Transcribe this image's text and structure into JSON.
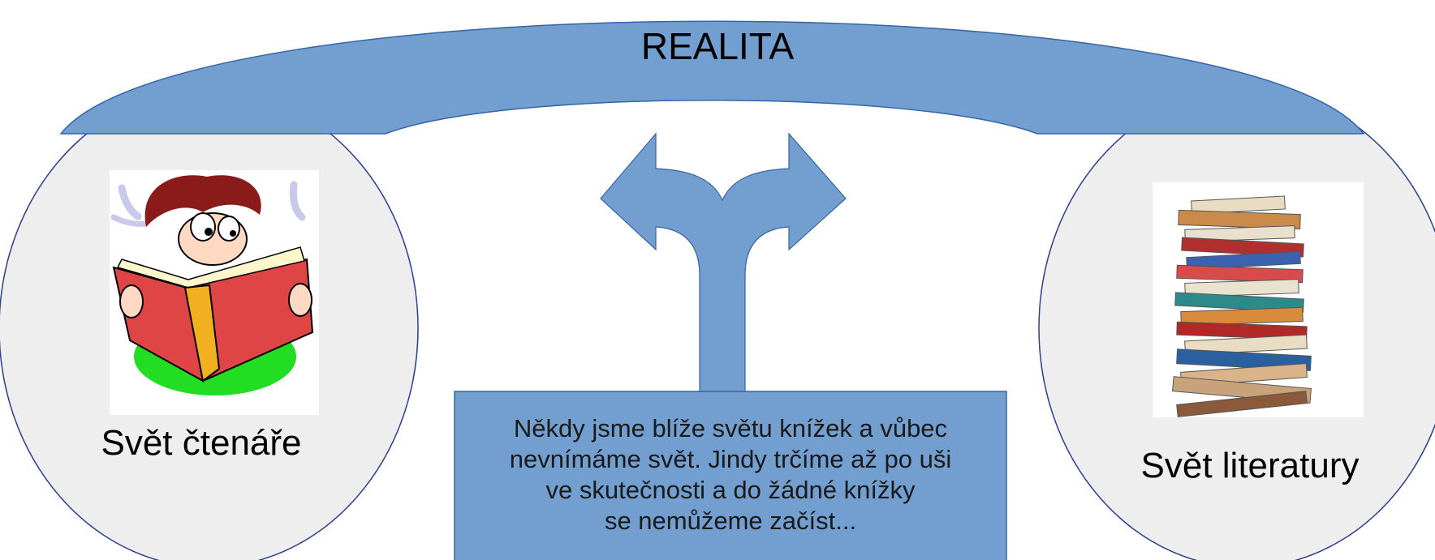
{
  "diagram": {
    "top_arc_label": "REALITA",
    "left_world_label": "Svět čtenáře",
    "right_world_label": "Svět literatury",
    "center_note_lines": [
      "Někdy jsme blíže světu knížek a vůbec",
      "nevnímáme svět. Jindy trčíme až po uši",
      "ve skutečnosti a do žádné knížky",
      "se nemůžeme začíst..."
    ]
  },
  "colors": {
    "arc_fill": "#729fcf",
    "arc_stroke": "#3465a4",
    "circle_fill": "#eeeeee",
    "circle_stroke": "#2c3e8f",
    "arrow_fill": "#729fcf",
    "box_fill": "#729fcf"
  },
  "icons": {
    "left": "reading-boy-icon",
    "right": "book-stack-icon",
    "center": "split-arrow-icon"
  }
}
